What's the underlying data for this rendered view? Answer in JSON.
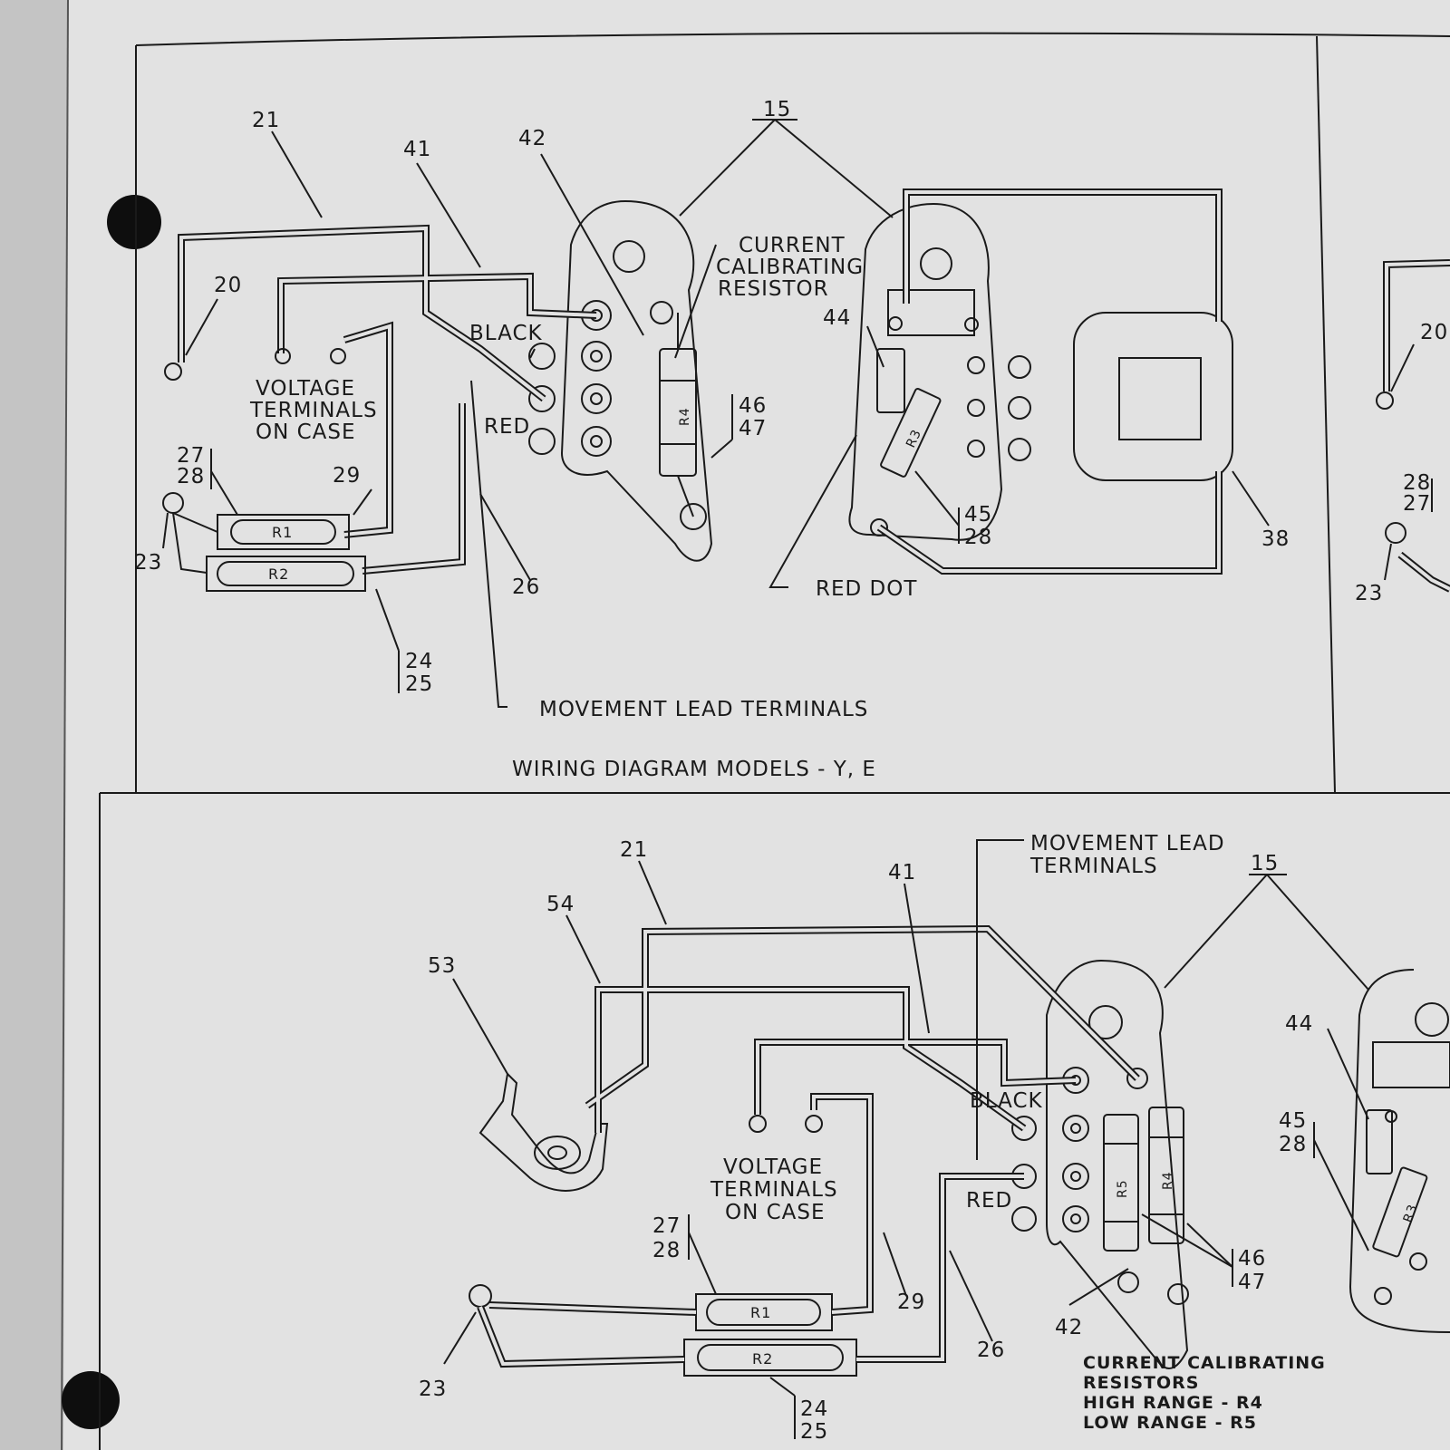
{
  "top_diagram": {
    "title": "WIRING DIAGRAM MODELS - Y, E",
    "callouts": {
      "c21": "21",
      "c41": "41",
      "c42": "42",
      "c15": "15",
      "c20": "20",
      "c44": "44",
      "c29": "29",
      "c23": "23",
      "c26": "26",
      "c46": "46",
      "c47": "47",
      "c45": "45",
      "c28b": "28",
      "c38": "38",
      "c24": "24",
      "c25": "25",
      "c27": "27",
      "c28": "28"
    },
    "labels": {
      "black": "BLACK",
      "red": "RED",
      "current_cal_1": "CURRENT",
      "current_cal_2": "CALIBRATING",
      "current_cal_3": "RESISTOR",
      "voltage_1": "VOLTAGE",
      "voltage_2": "TERMINALS",
      "voltage_3": "ON CASE",
      "movement_leads": "MOVEMENT LEAD TERMINALS",
      "red_dot": "RED DOT",
      "r1": "R1",
      "r2": "R2",
      "r3": "R3",
      "r4": "R4"
    }
  },
  "bottom_diagram": {
    "callouts": {
      "c21": "21",
      "c54": "54",
      "c41": "41",
      "c53": "53",
      "c15": "15",
      "c44": "44",
      "c45": "45",
      "c28b": "28",
      "c27": "27",
      "c28": "28",
      "c29": "29",
      "c42": "42",
      "c26": "26",
      "c46": "46",
      "c47": "47",
      "c23": "23",
      "c24": "24",
      "c25": "25"
    },
    "labels": {
      "movement_leads_1": "MOVEMENT LEAD",
      "movement_leads_2": "TERMINALS",
      "black": "BLACK",
      "red": "RED",
      "voltage_1": "VOLTAGE",
      "voltage_2": "TERMINALS",
      "voltage_3": "ON CASE",
      "ccr_1": "CURRENT CALIBRATING",
      "ccr_2": "RESISTORS",
      "ccr_3": "HIGH RANGE - R4",
      "ccr_4": "LOW RANGE - R5",
      "r1": "R1",
      "r2": "R2",
      "r3": "R3",
      "r4": "R4",
      "r5": "R5"
    }
  },
  "right_partial": {
    "callouts": {
      "c20": "20",
      "c28": "28",
      "c27": "27",
      "c23": "23"
    }
  }
}
